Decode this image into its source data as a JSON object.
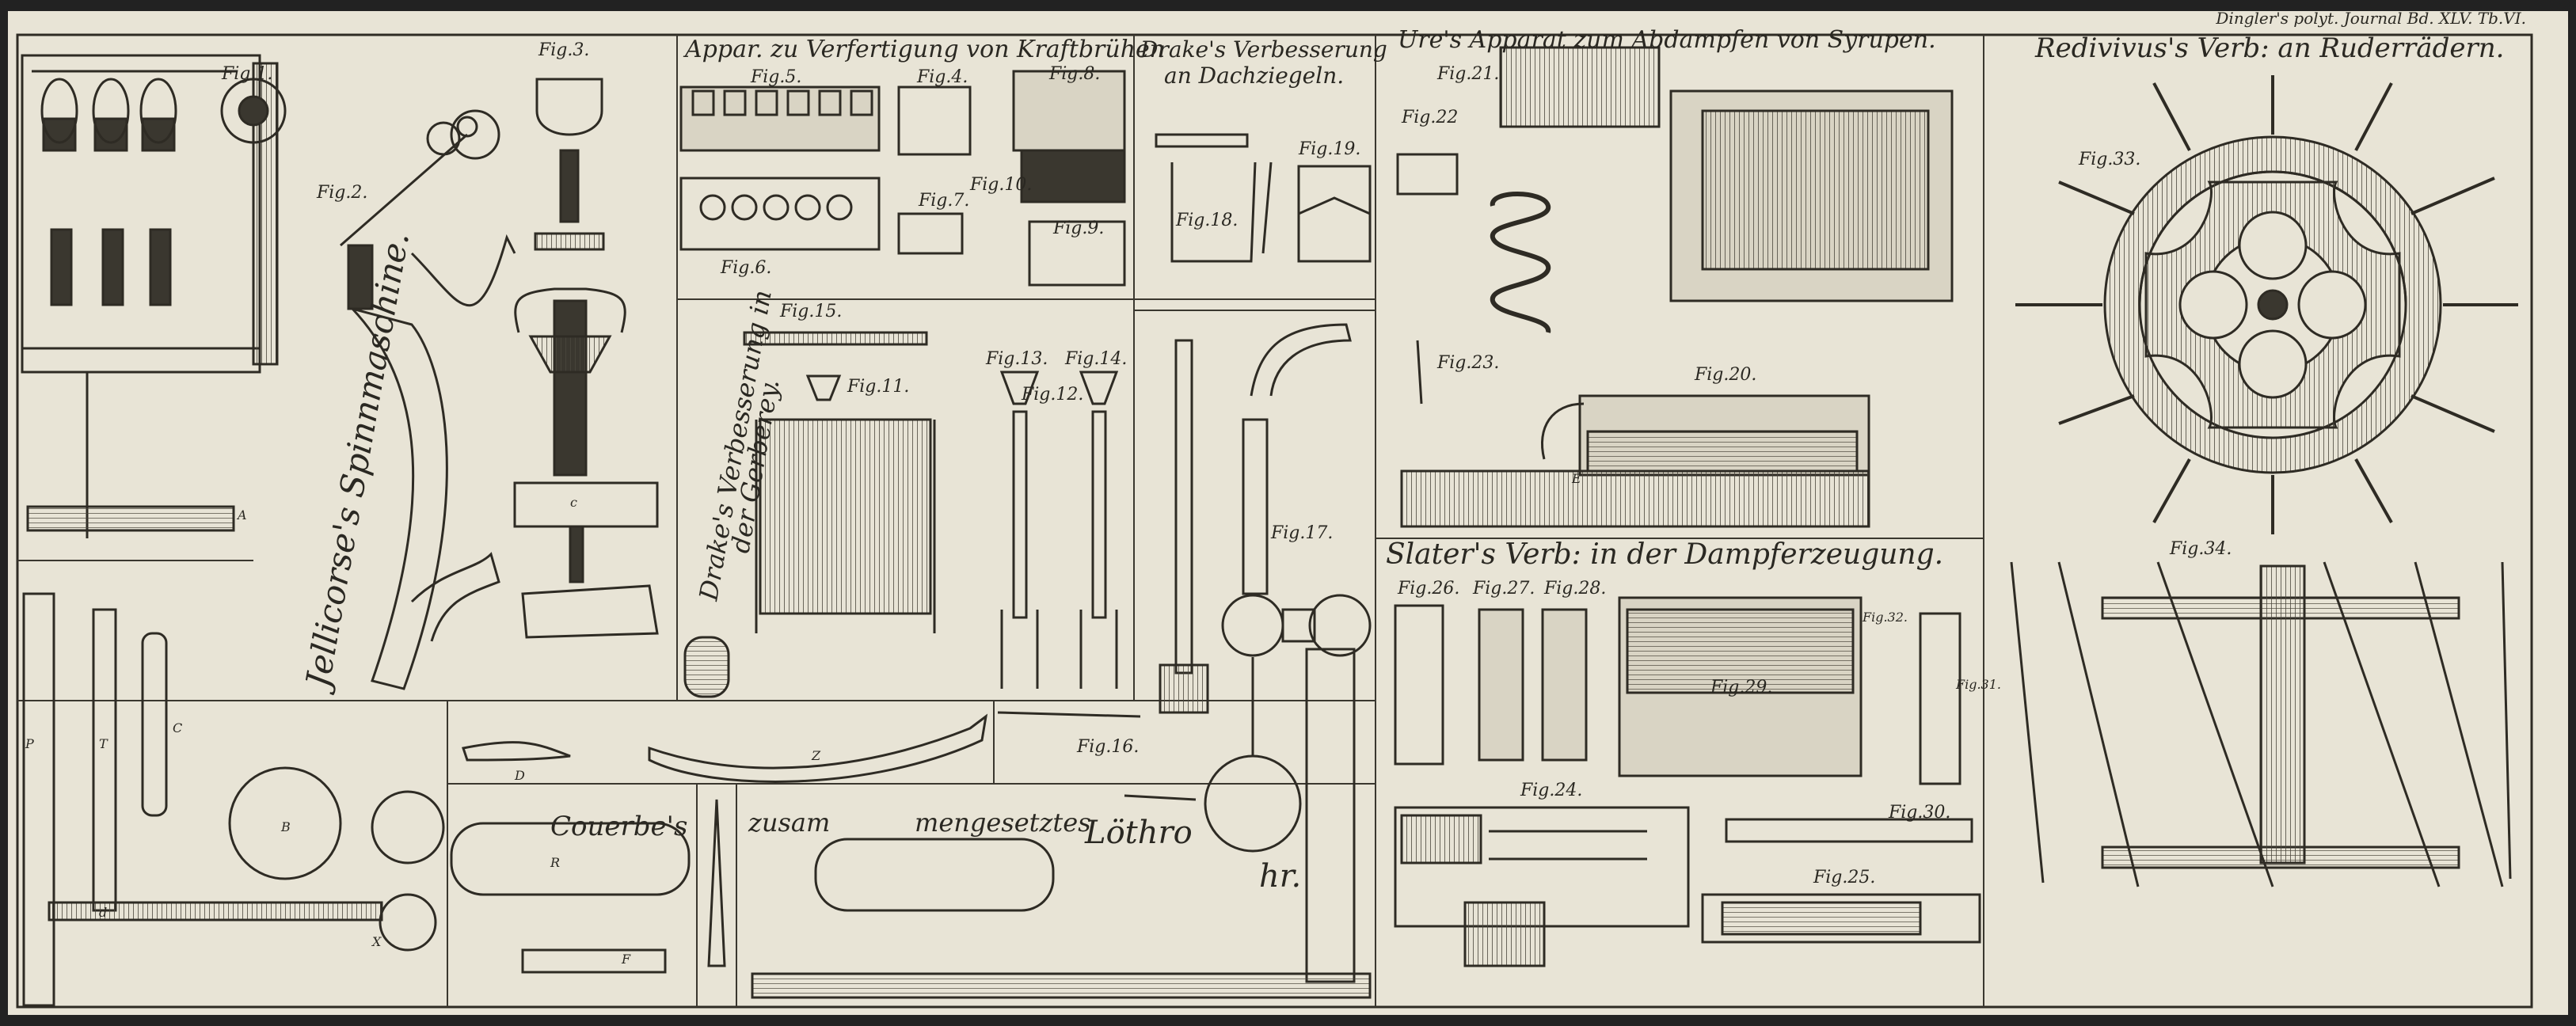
{
  "header": {
    "journal": "Dingler's polyt. Journal Bd. XLV. Tb.VI."
  },
  "titles": {
    "jellicorse": "Jellicorse's Spinnmaschine.",
    "kraftbruehen": "Appar. zu Verfertigung von Kraftbrühen",
    "dachziegeln_1": "Drake's Verbesserung",
    "dachziegeln_2": "an Dachziegeln.",
    "ure": "Ure's Apparat zum Abdampfen von Syrupen.",
    "redivivus": "Redivivus's Verb: an Ruderrädern.",
    "gerberey_1": "Drake's Verbesserung in",
    "gerberey_2": "der Gerberey.",
    "slater": "Slater's Verb: in der Dampferzeugung.",
    "couerbe": "Couerbe's",
    "loethrohr_1": "zusam",
    "loethrohr_2": "mengesetztes",
    "loethrohr_3": "Löthro",
    "loethrohr_4": "hr."
  },
  "figures": {
    "f1": "Fig.1.",
    "f2": "Fig.2.",
    "f3": "Fig.3.",
    "f4": "Fig.4.",
    "f5": "Fig.5.",
    "f6": "Fig.6.",
    "f7": "Fig.7.",
    "f8": "Fig.8.",
    "f9": "Fig.9.",
    "f10": "Fig.10.",
    "f11": "Fig.11.",
    "f12": "Fig.12.",
    "f13": "Fig.13.",
    "f14": "Fig.14.",
    "f15": "Fig.15.",
    "f16": "Fig.16.",
    "f17": "Fig.17.",
    "f18": "Fig.18.",
    "f19": "Fig.19.",
    "f20": "Fig.20.",
    "f21": "Fig.21.",
    "f22": "Fig.22",
    "f23": "Fig.23.",
    "f24": "Fig.24.",
    "f25": "Fig.25.",
    "f26": "Fig.26.",
    "f27": "Fig.27.",
    "f28": "Fig.28.",
    "f29": "Fig.29.",
    "f30": "Fig.30.",
    "f31": "Fig.31.",
    "f32": "Fig.32.",
    "f33": "Fig.33.",
    "f34": "Fig.34."
  },
  "letters": {
    "A": "A",
    "B": "B",
    "C": "C",
    "D": "D",
    "E": "E",
    "F": "F",
    "P": "P",
    "R": "R",
    "T": "T",
    "X": "X",
    "Z": "Z",
    "d": "d",
    "c": "c"
  }
}
